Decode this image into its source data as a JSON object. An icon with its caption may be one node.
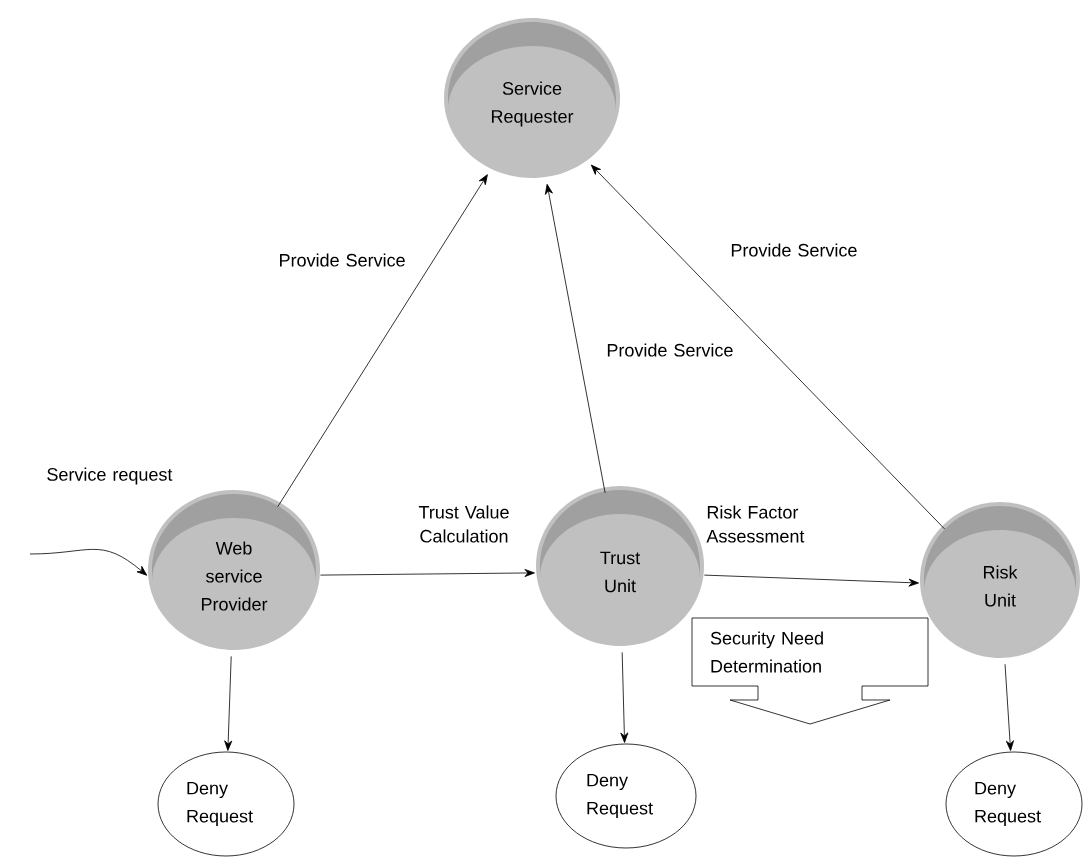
{
  "diagram": {
    "nodes": [
      {
        "text": [
          "Service Requester"
        ]
      },
      {
        "text": [
          "Web service Provider"
        ]
      },
      {
        "text": [
          "Trust Unit"
        ]
      },
      {
        "text": [
          "Risk Unit"
        ]
      },
      {
        "text": [
          "Security Need Determination"
        ]
      },
      {
        "text": [
          "Deny Request"
        ]
      },
      {
        "text": [
          "Deny Request"
        ]
      },
      {
        "text": [
          "Deny Request"
        ]
      }
    ],
    "edges": [
      {
        "from": null,
        "to": 1,
        "arrow": "to",
        "label": "Service  request"
      },
      {
        "from": 1,
        "to": 0,
        "arrow": "to",
        "label": "Provide Service"
      },
      {
        "from": 2,
        "to": 0,
        "arrow": "to",
        "label": "Provide Service"
      },
      {
        "from": 3,
        "to": 0,
        "arrow": "to",
        "label": "Provide Service"
      },
      {
        "from": 1,
        "to": 2,
        "arrow": "to",
        "label": "Trust Value Calculation"
      },
      {
        "from": 2,
        "to": 3,
        "arrow": "to",
        "label": "Risk Factor Assessment"
      },
      {
        "from": 1,
        "to": 5,
        "arrow": "to"
      },
      {
        "from": 2,
        "to": 6,
        "arrow": "to"
      },
      {
        "from": 3,
        "to": 7,
        "arrow": "to"
      }
    ]
  }
}
